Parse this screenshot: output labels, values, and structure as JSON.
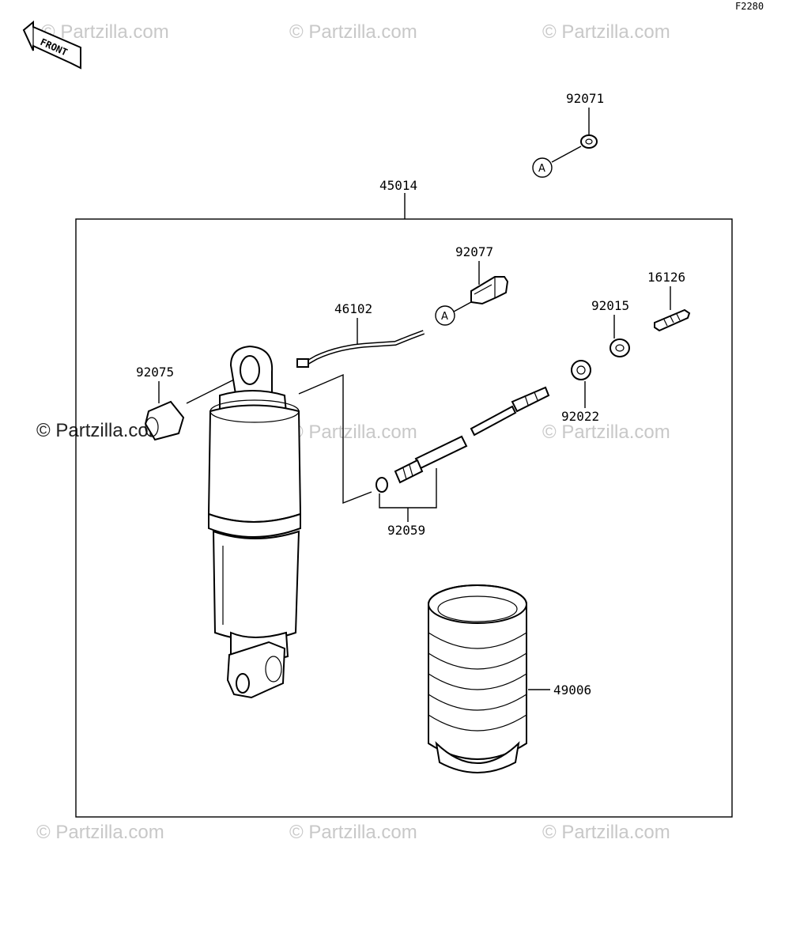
{
  "figure_code": "F2280",
  "front_label": "FRONT",
  "callout_marker": "A",
  "watermark": "© Partzilla.com",
  "parts": {
    "p92071": "92071",
    "p45014": "45014",
    "p92077": "92077",
    "p46102": "46102",
    "p16126": "16126",
    "p92015": "92015",
    "p92075": "92075",
    "p92022": "92022",
    "p92059": "92059",
    "p49006": "49006"
  }
}
